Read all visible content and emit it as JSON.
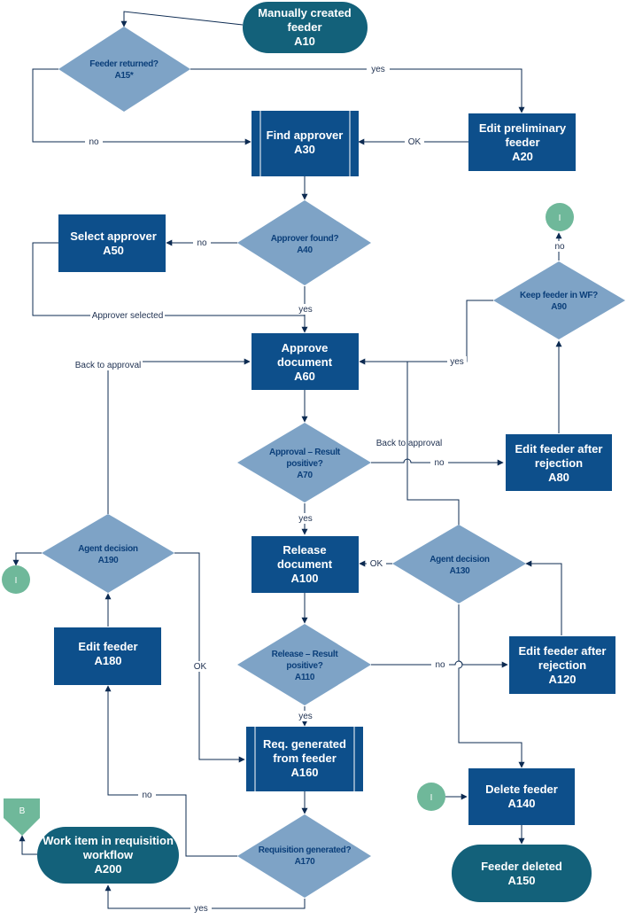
{
  "nodes": {
    "a10": {
      "line1": "Manually created",
      "line2": "feeder",
      "line3": "A10"
    },
    "a15": {
      "line1": "Feeder returned?",
      "line2": "A15*"
    },
    "a20": {
      "line1": "Edit preliminary",
      "line2": "feeder",
      "line3": "A20"
    },
    "a30": {
      "line1": "Find approver",
      "line2": "A30"
    },
    "a40": {
      "line1": "Approver found?",
      "line2": "A40"
    },
    "a50": {
      "line1": "Select approver",
      "line2": "A50"
    },
    "a60": {
      "line1": "Approve",
      "line2": "document",
      "line3": "A60"
    },
    "a70": {
      "line1": "Approval – Result",
      "line2": "positive?",
      "line3": "A70"
    },
    "a80": {
      "line1": "Edit feeder after",
      "line2": "rejection",
      "line3": "A80"
    },
    "a90": {
      "line1": "Keep feeder in WF?",
      "line2": "A90"
    },
    "a100": {
      "line1": "Release",
      "line2": "document",
      "line3": "A100"
    },
    "a110": {
      "line1": "Release – Result",
      "line2": "positive?",
      "line3": "A110"
    },
    "a120": {
      "line1": "Edit feeder after",
      "line2": "rejection",
      "line3": "A120"
    },
    "a130": {
      "line1": "Agent decision",
      "line2": "A130"
    },
    "a140": {
      "line1": "Delete feeder",
      "line2": "A140"
    },
    "a150": {
      "line1": "Feeder deleted",
      "line2": "A150"
    },
    "a160": {
      "line1": "Req. generated",
      "line2": "from feeder",
      "line3": "A160"
    },
    "a170": {
      "line1": "Requisition generated?",
      "line2": "A170"
    },
    "a180": {
      "line1": "Edit feeder",
      "line2": "A180"
    },
    "a190": {
      "line1": "Agent decision",
      "line2": "A190"
    },
    "a200": {
      "line1": "Work item in requisition",
      "line2": "workflow",
      "line3": "A200"
    }
  },
  "connectors": {
    "i_top": "I",
    "i_left": "I",
    "i_bottom": "I",
    "b_offpage": "B"
  },
  "edge_labels": {
    "a15_yes": "yes",
    "a15_no": "no",
    "a20_ok": "OK",
    "a40_no": "no",
    "a40_yes": "yes",
    "approver_selected": "Approver selected",
    "back_to_approval_left": "Back to approval",
    "back_to_approval_right": "Back to approval",
    "a90_yes": "yes",
    "a90_no": "no",
    "a70_no": "no",
    "a70_yes": "yes",
    "a130_ok": "OK",
    "a110_no": "no",
    "a110_yes": "yes",
    "a190_ok": "OK",
    "a170_no": "no",
    "a170_yes": "yes"
  },
  "colors": {
    "process": "#0d4f8b",
    "decision": "#7ea3c6",
    "terminal": "#13617a",
    "connector": "#6fb89a",
    "line": "#0d2b52"
  }
}
